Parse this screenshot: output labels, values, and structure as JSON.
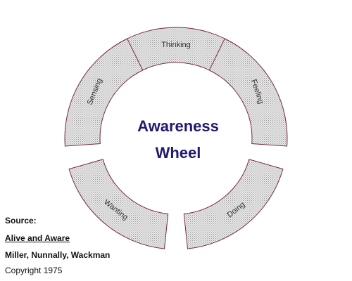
{
  "diagram": {
    "center_title_line1": "Awareness",
    "center_title_line2": "Wheel",
    "segments": [
      {
        "id": "thinking",
        "label": "Thinking"
      },
      {
        "id": "feeling",
        "label": "Feeling"
      },
      {
        "id": "doing",
        "label": "Doing"
      },
      {
        "id": "wanting",
        "label": "Wanting"
      },
      {
        "id": "sensing",
        "label": "Sensing"
      }
    ],
    "colors": {
      "segment_stroke": "#7a2a3a",
      "segment_fill": "#e9e9e9",
      "hatch": "#9a9a9a",
      "title": "#1f1a6e"
    }
  },
  "caption": {
    "source_label": "Source:",
    "book_title": "Alive and Aware",
    "authors": "Miller, Nunnally, Wackman",
    "copyright": "Copyright 1975"
  }
}
